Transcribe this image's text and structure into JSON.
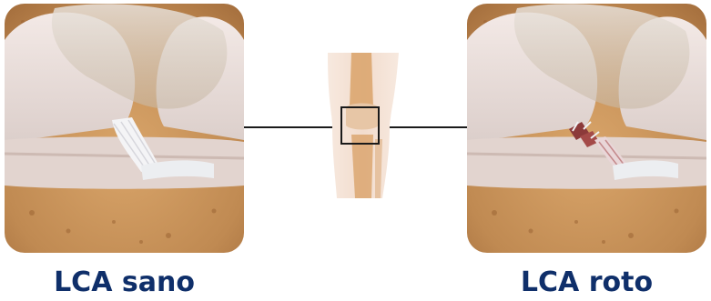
{
  "labels": {
    "healthy": "LCA sano",
    "torn": "LCA roto"
  },
  "colors": {
    "caption": "#0f2f6a",
    "bone_background": "#c8955d",
    "cartilage": "#e9dfdc",
    "ligament": "#f2f2f4",
    "torn_ligament": "#8c3a3a"
  },
  "icons": {
    "healthy_knee": "knee-illustration-healthy-acl",
    "torn_knee": "knee-illustration-torn-acl",
    "knee_overview": "leg-knee-overview",
    "zoom_marker": "square-zoom-marker"
  }
}
